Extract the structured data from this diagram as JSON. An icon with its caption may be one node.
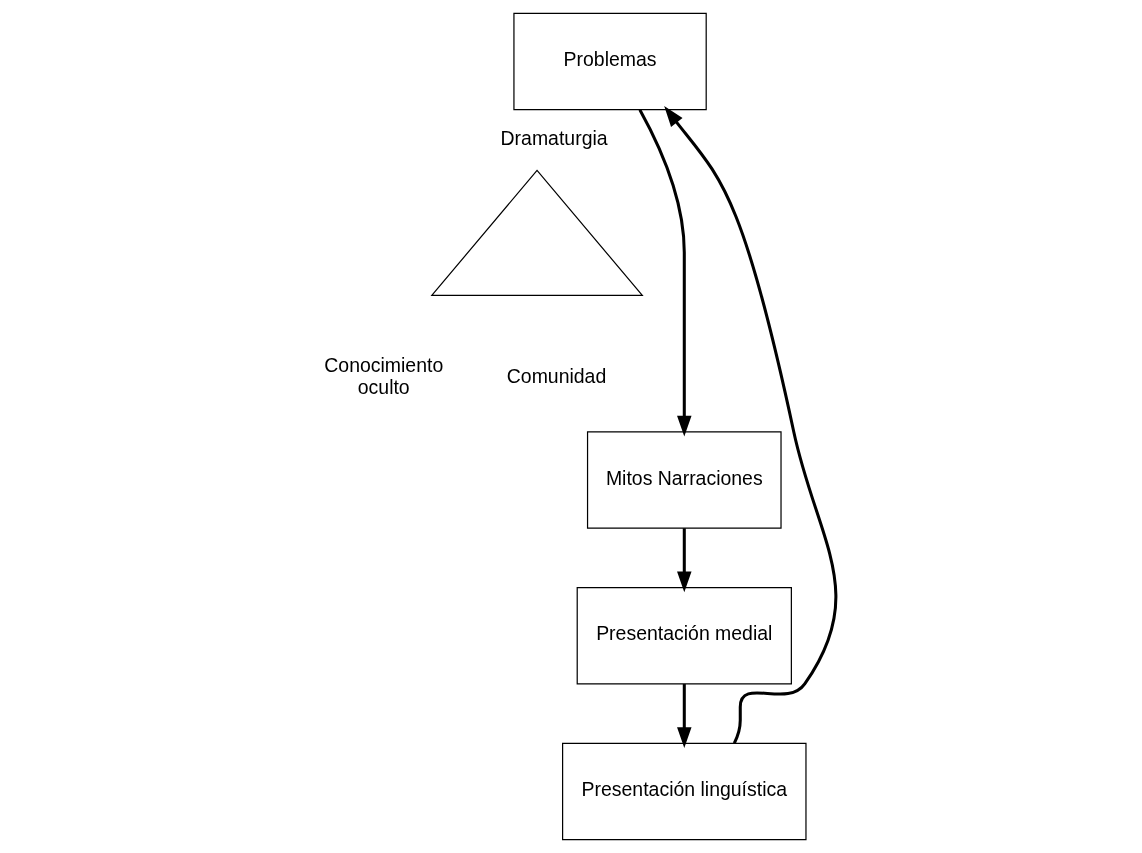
{
  "diagram": {
    "nodes": [
      {
        "text": [],
        "shape": "triangle",
        "beside": [
          "Dramaturgia",
          "Conocimiento oculto",
          "Comunidad"
        ]
      },
      {
        "text": [
          "Problemas"
        ]
      },
      {
        "text": [
          "Mitos Narraciones"
        ]
      },
      {
        "text": [
          "Presentación medial"
        ]
      },
      {
        "text": [
          "Presentación linguística"
        ]
      }
    ],
    "edges": [
      {
        "from": 1,
        "to": 2,
        "arrow": "to"
      },
      {
        "from": 2,
        "to": 3,
        "arrow": "to"
      },
      {
        "from": 3,
        "to": 4,
        "arrow": "to"
      },
      {
        "from": 4,
        "to": 1,
        "arrow": "to"
      }
    ]
  }
}
